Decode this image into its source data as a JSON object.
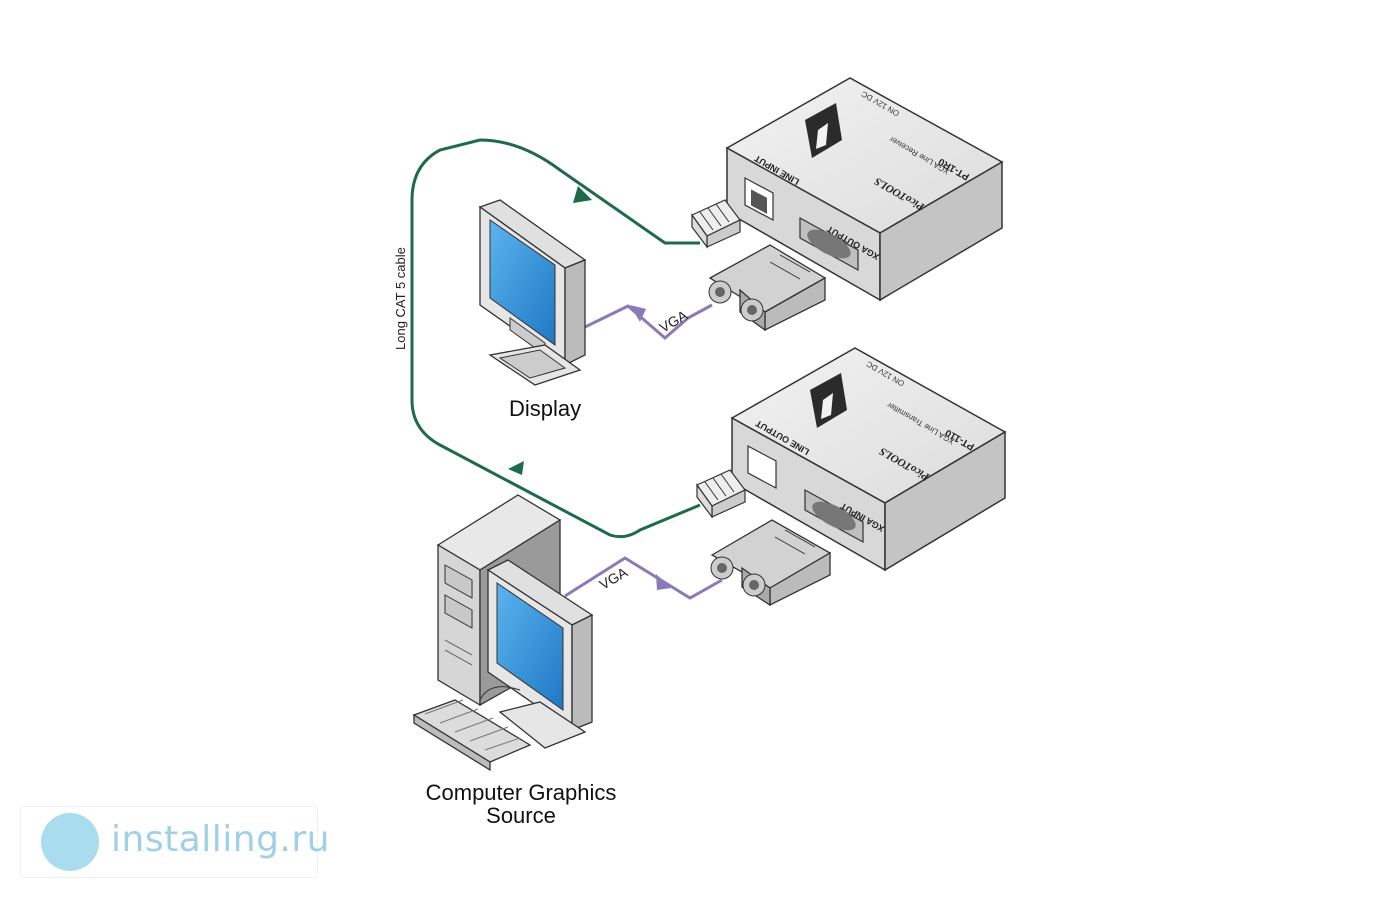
{
  "labels": {
    "display": "Display",
    "source_line1": "Computer Graphics",
    "source_line2": "Source",
    "cat5": "Long CAT 5 cable",
    "vga_top": "VGA",
    "vga_bottom": "VGA"
  },
  "receiver": {
    "line_port": "LINE INPUT",
    "xga_port": "XGA OUTPUT",
    "brand": "PicoTOOLS",
    "model": "PT-1R0",
    "desc": "XGA Line Receiver",
    "power": "ON  12V DC"
  },
  "transmitter": {
    "line_port": "LINE OUTPUT",
    "xga_port": "XGA INPUT",
    "brand": "PicoTOOLS",
    "model": "PT-110",
    "desc": "XGA Line Transmitter",
    "power": "ON  12V DC"
  },
  "watermark": {
    "text": "installing.ru"
  },
  "colors": {
    "cat5": "#1e6a4a",
    "vga": "#8a7ab8",
    "screen": "#2f8fd6",
    "device": "#e6e6e6"
  }
}
